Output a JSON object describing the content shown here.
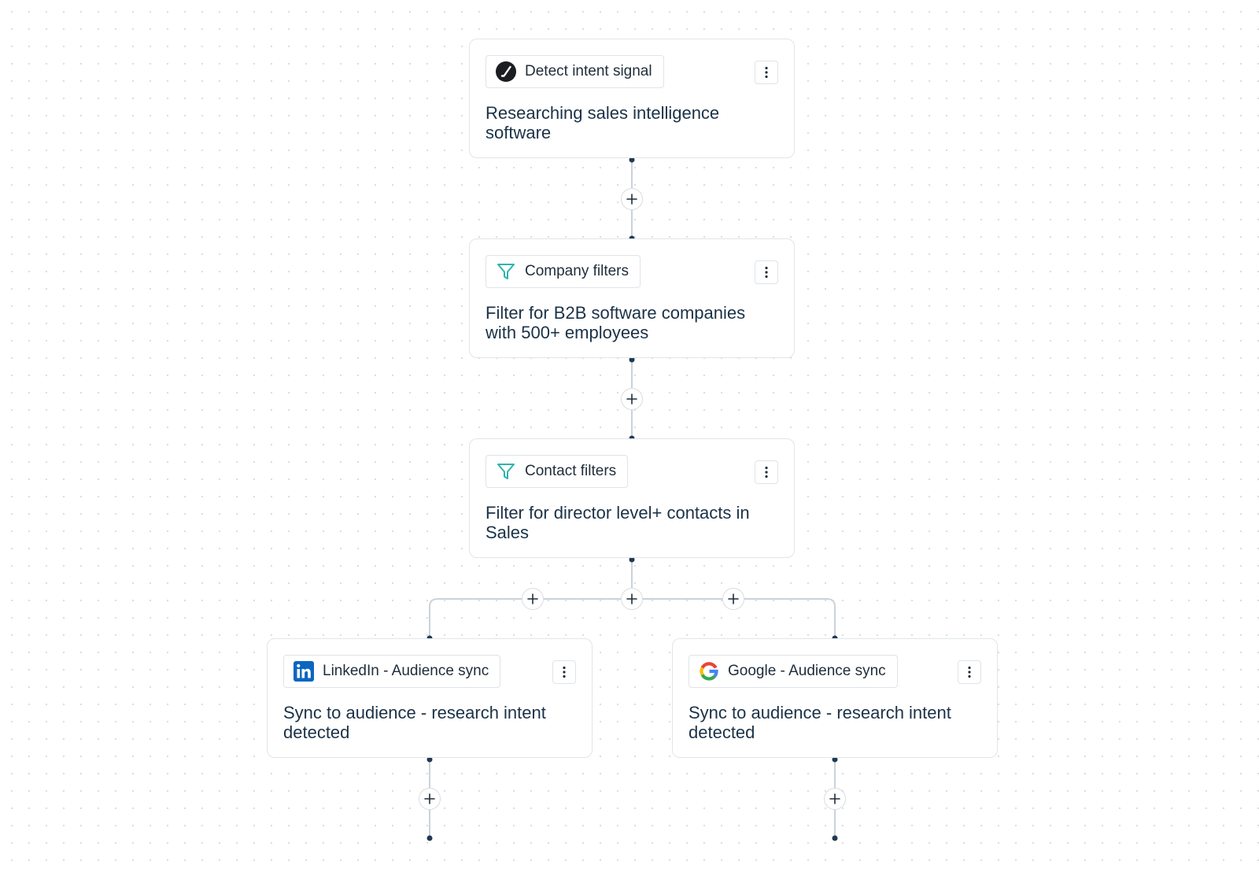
{
  "nodes": [
    {
      "id": "detect",
      "icon": "intent-signal-icon",
      "label": "Detect intent signal",
      "description": "Researching sales intelligence software"
    },
    {
      "id": "company",
      "icon": "filter-icon",
      "label": "Company filters",
      "description": "Filter for B2B software companies with 500+ employees"
    },
    {
      "id": "contact",
      "icon": "filter-icon",
      "label": "Contact filters",
      "description": "Filter for director level+ contacts in Sales"
    },
    {
      "id": "linkedin",
      "icon": "linkedin-icon",
      "label": "LinkedIn - Audience sync",
      "description": "Sync to audience - research intent detected"
    },
    {
      "id": "google",
      "icon": "google-icon",
      "label": "Google - Audience sync",
      "description": "Sync to audience - research intent detected"
    }
  ],
  "colors": {
    "wire": "#cbd2d9",
    "dot": "#1f3a52",
    "filter_icon": "#2fb5ad",
    "linkedin_blue": "#0a66c2",
    "text": "#1b3247"
  }
}
